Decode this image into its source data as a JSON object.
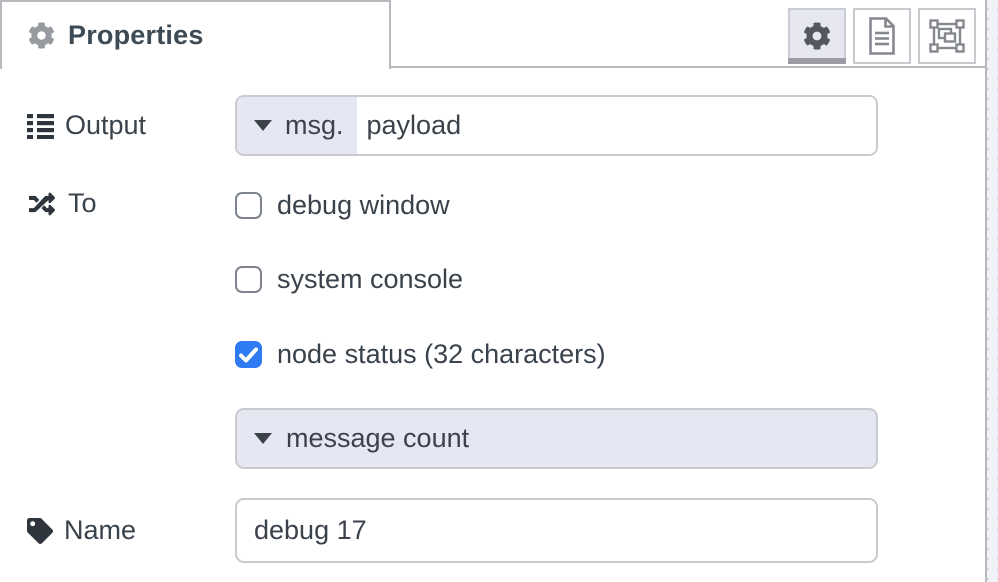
{
  "panel": {
    "tab": {
      "label": "Properties"
    },
    "toolbar": {
      "buttons": [
        {
          "name": "edit-properties",
          "icon": "gear-icon",
          "selected": true
        },
        {
          "name": "description",
          "icon": "file-text-icon",
          "selected": false
        },
        {
          "name": "appearance",
          "icon": "appearance-icon",
          "selected": false
        }
      ]
    }
  },
  "fields": {
    "output": {
      "label": "Output",
      "icon": "list-icon",
      "prefix": "msg.",
      "value": "payload"
    },
    "to": {
      "label": "To",
      "icon": "shuffle-icon",
      "options": [
        {
          "label": "debug window",
          "checked": false
        },
        {
          "label": "system console",
          "checked": false
        },
        {
          "label": "node status (32 characters)",
          "checked": true
        }
      ]
    },
    "status_type": {
      "value": "message count"
    },
    "name": {
      "label": "Name",
      "icon": "tag-icon",
      "value": "debug 17"
    }
  },
  "colors": {
    "accent_blue": "#2e7bf3",
    "lavender": "#e5e7f2",
    "border_gray": "#c9cbd1",
    "tab_border": "#b7b9be",
    "text": "#3a424b"
  }
}
